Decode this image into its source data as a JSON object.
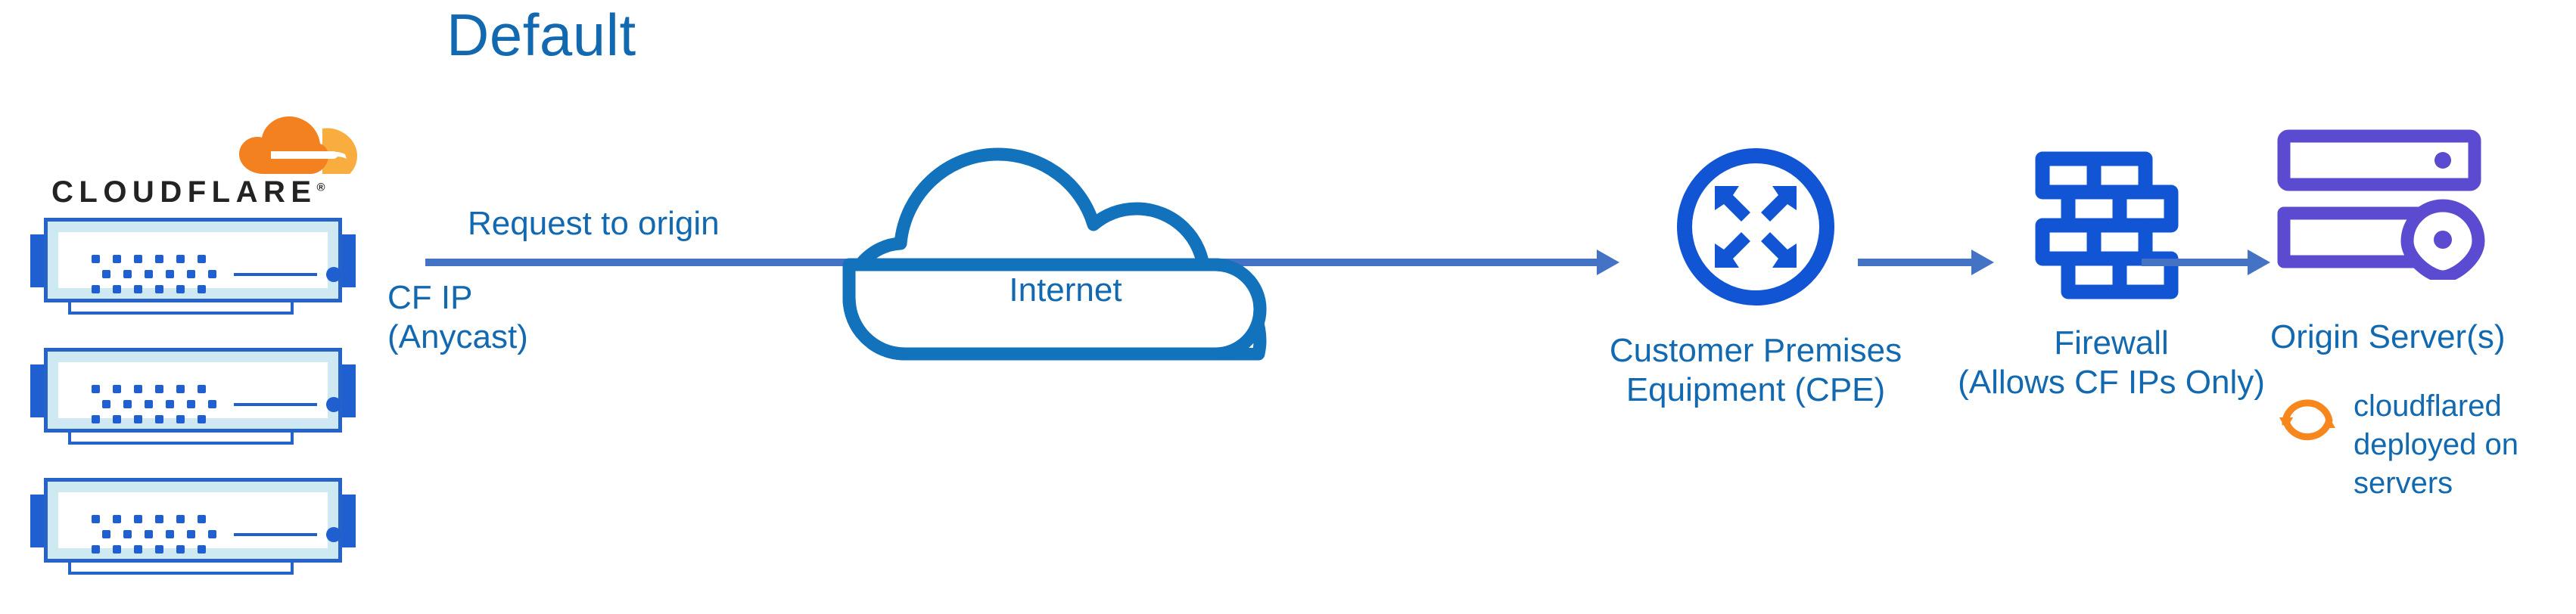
{
  "diagram": {
    "title": "Default",
    "background_color": "#ffffff",
    "colors": {
      "title_blue": "#1269b0",
      "label_blue": "#1269b0",
      "arrow_blue": "#4472c4",
      "icon_blue": "#1155d4",
      "cloud_outline_blue": "#1272bc",
      "server_blue": "#1f5fd0",
      "server_fill": "#cfe9f3",
      "origin_purple": "#5b4bd0",
      "cloudflare_orange": "#f48120",
      "cloudflare_amber": "#faad3f",
      "wordmark_dark": "#232323"
    }
  },
  "cloudflare_brand": {
    "wordmark": "CLOUDFLARE",
    "registered_mark": "®",
    "mark_icon": "cloudflare-cloud-icon"
  },
  "edge": {
    "server_count": 3,
    "server_icon": "rack-server-icon",
    "ip_label": "CF IP\n(Anycast)"
  },
  "flow": {
    "request_label": "Request to origin",
    "arrow_icon": "arrow-right-icon"
  },
  "internet": {
    "label": "Internet",
    "icon": "cloud-outline-icon"
  },
  "nodes": [
    {
      "id": "cpe",
      "icon": "router-icon",
      "label": "Customer Premises\nEquipment (CPE)"
    },
    {
      "id": "firewall",
      "icon": "brick-wall-icon",
      "label": "Firewall\n(Allows CF IPs Only)"
    },
    {
      "id": "origin",
      "icon": "origin-server-location-icon",
      "label": "Origin Server(s)"
    }
  ],
  "cloudflared": {
    "icon": "sync-arrows-icon",
    "text": "cloudflared\ndeployed on\nservers"
  }
}
